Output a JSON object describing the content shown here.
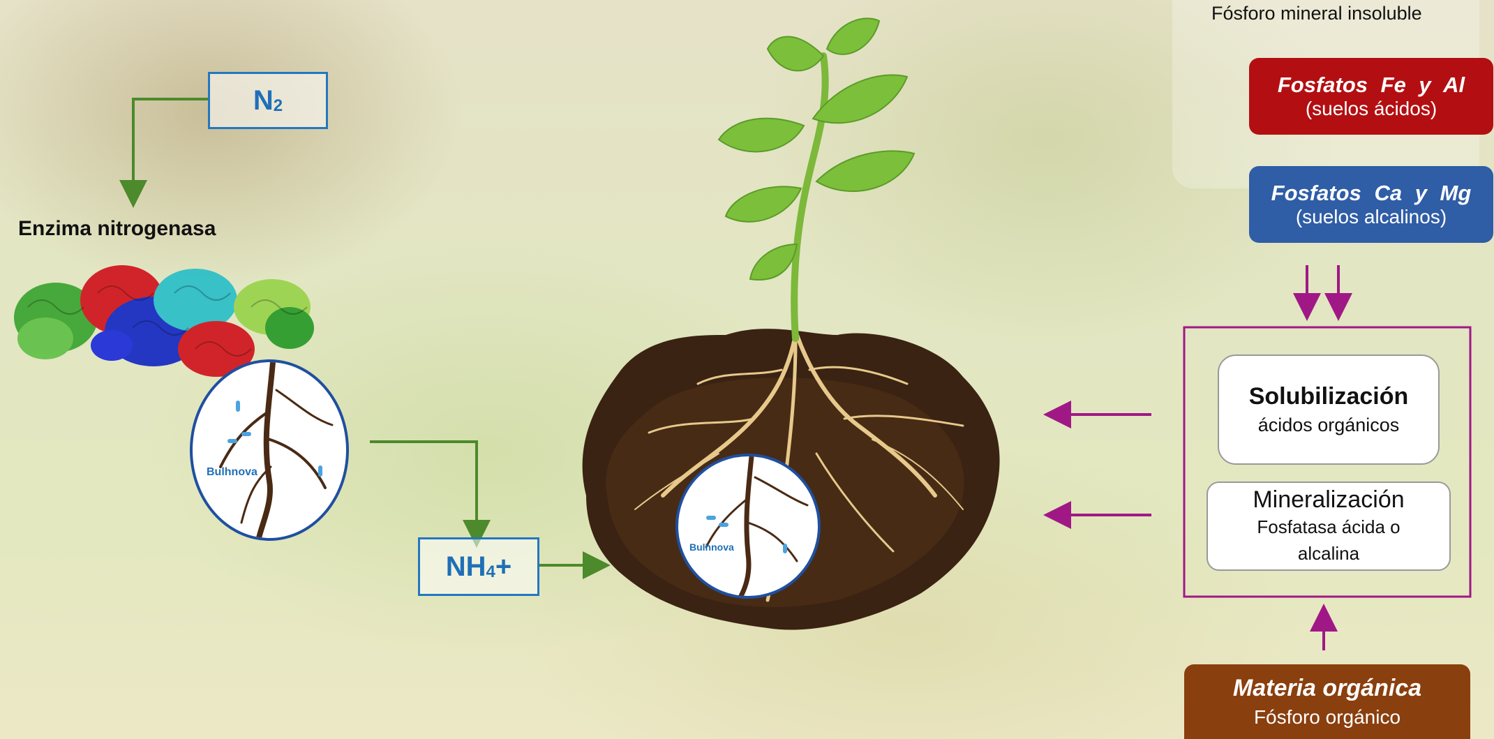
{
  "nitrogen": {
    "n2_base": "N",
    "n2_sub": "2",
    "enzyme_title": "Enzima nitrogenasa",
    "nh4_base": "NH",
    "nh4_sub": "4",
    "nh4_suffix": "+",
    "brand_label": "Bulhnova"
  },
  "plant": {
    "brand_label": "Bulhnova"
  },
  "phosphorus": {
    "top_note": "Fósforo mineral insoluble",
    "fe_al": {
      "title": "Fosfatos Fe y Al",
      "subtitle": "(suelos ácidos)",
      "color": "#b30f12"
    },
    "ca_mg": {
      "title": "Fosfatos Ca y Mg",
      "subtitle": "(suelos alcalinos)",
      "color": "#2f5da6"
    },
    "solubilizacion": {
      "title": "Solubilización",
      "subtitle": "ácidos orgánicos"
    },
    "mineralizacion": {
      "title": "Mineralización",
      "subtitle": "Fosfatasa ácida o alcalina"
    },
    "materia": {
      "title": "Materia orgánica",
      "subtitle": "Fósforo orgánico",
      "color": "#8a3f0e"
    }
  },
  "colors": {
    "green_arrow": "#4c8a2b",
    "purple_arrow": "#a01886",
    "blue_text": "#1f6fb7"
  }
}
